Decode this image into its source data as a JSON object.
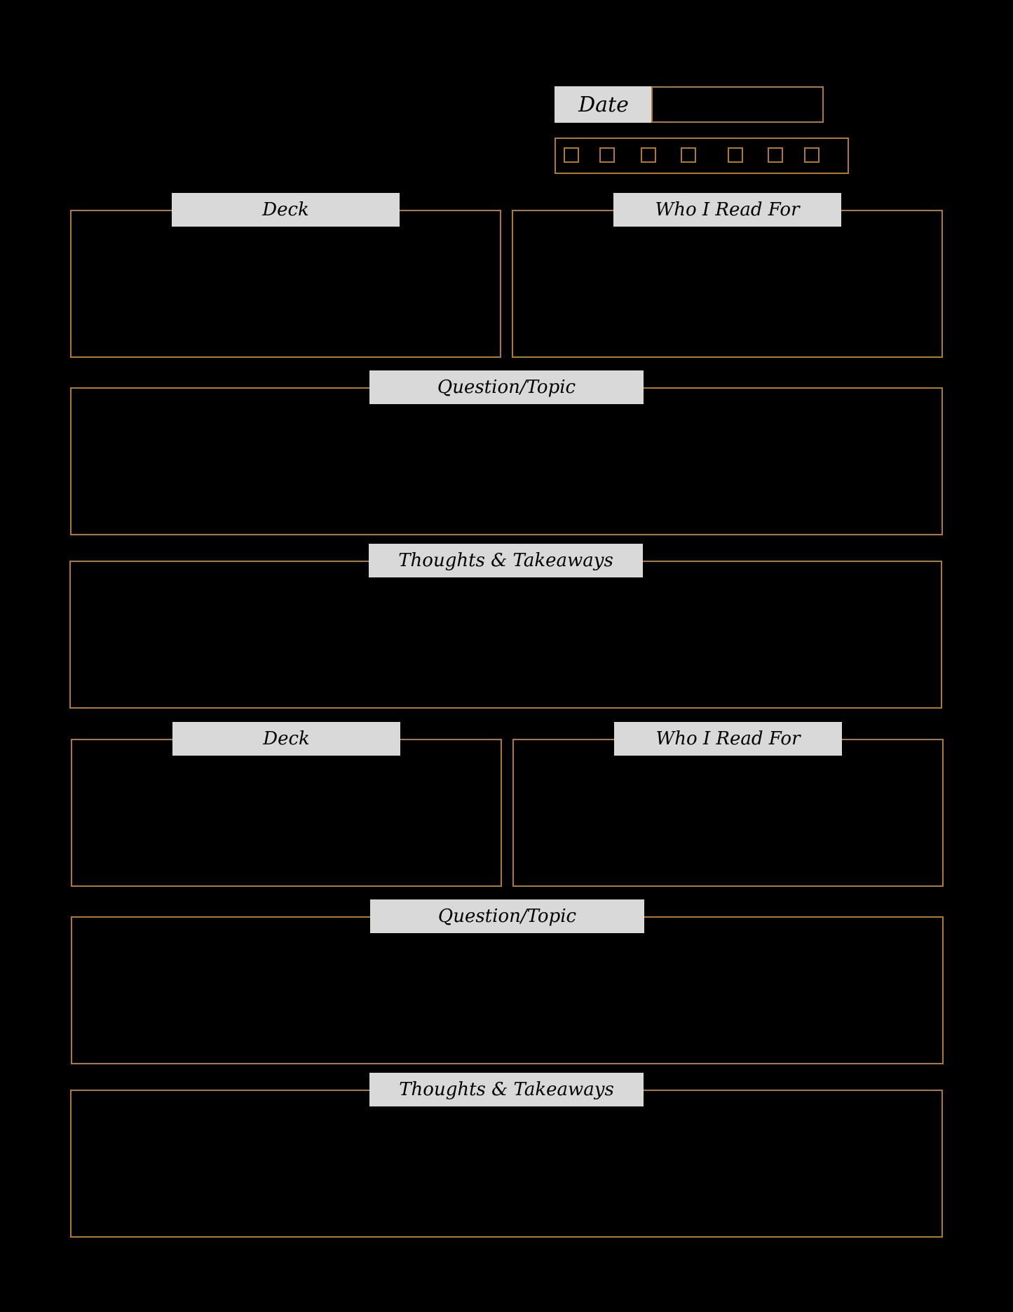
{
  "date": {
    "label": "Date",
    "value": ""
  },
  "checkboxes": [
    {
      "checked": false
    },
    {
      "checked": false
    },
    {
      "checked": false
    },
    {
      "checked": false
    },
    {
      "checked": false
    },
    {
      "checked": false
    },
    {
      "checked": false
    }
  ],
  "sections": [
    {
      "deck": {
        "label": "Deck",
        "value": ""
      },
      "who": {
        "label": "Who I Read For",
        "value": ""
      },
      "question": {
        "label": "Question/Topic",
        "value": ""
      },
      "thoughts": {
        "label": "Thoughts & Takeaways",
        "value": ""
      }
    },
    {
      "deck": {
        "label": "Deck",
        "value": ""
      },
      "who": {
        "label": "Who I Read For",
        "value": ""
      },
      "question": {
        "label": "Question/Topic",
        "value": ""
      },
      "thoughts": {
        "label": "Thoughts & Takeaways",
        "value": ""
      }
    }
  ],
  "colors": {
    "background": "#000000",
    "border": "#b07a2e",
    "label_bg": "#d9d9d9",
    "label_text": "#000000"
  }
}
